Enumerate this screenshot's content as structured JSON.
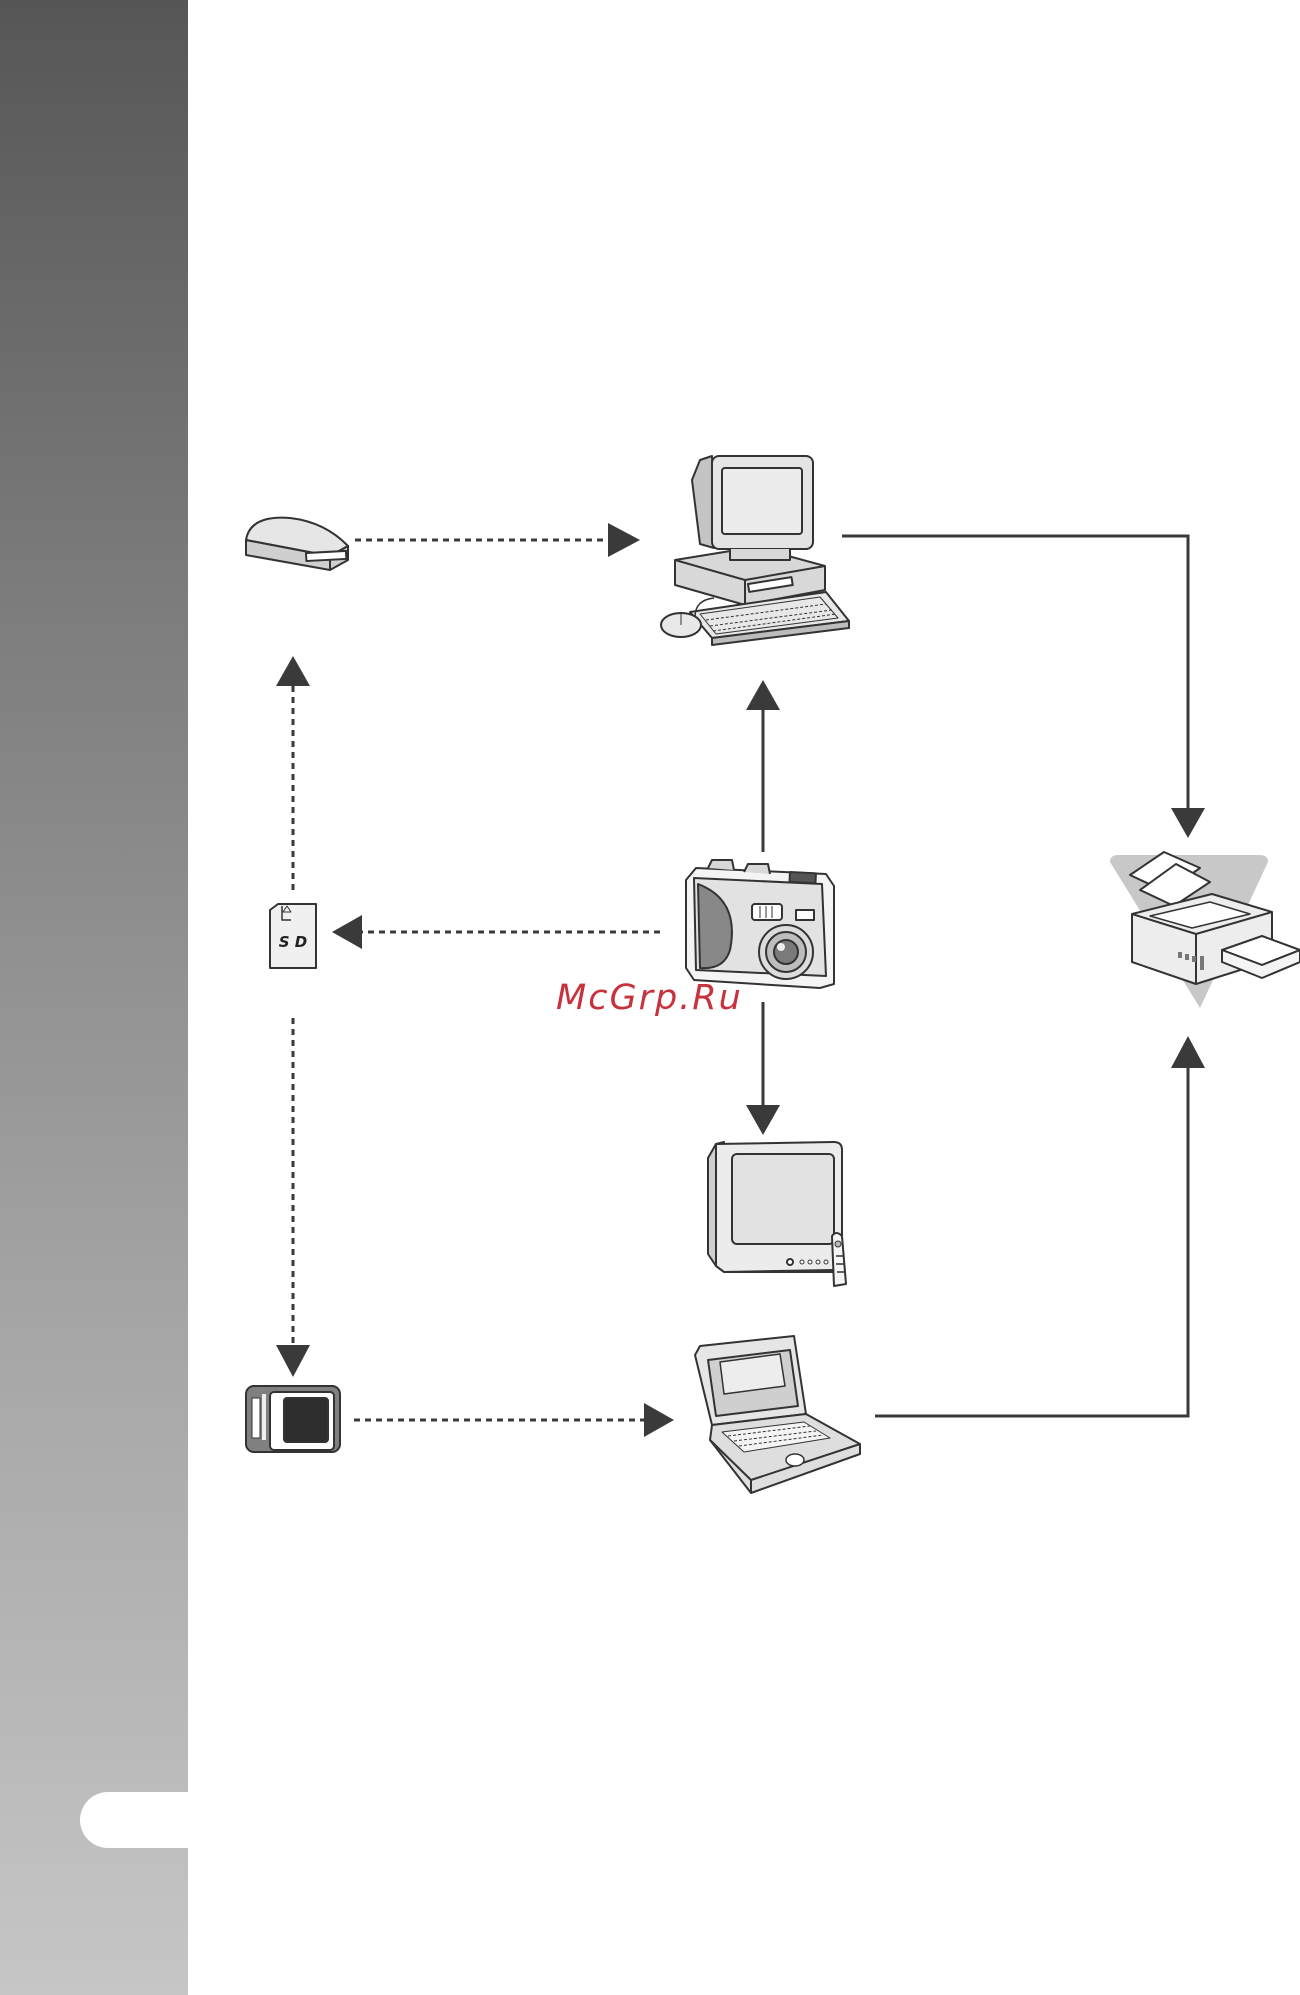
{
  "watermark": {
    "text": "McGrp.Ru"
  },
  "colors": {
    "sidebar_top": "#565656",
    "sidebar_bottom": "#c6c6c6",
    "watermark": "#c8323c",
    "arrow": "#3a3a3a"
  },
  "nodes": [
    {
      "id": "card-reader",
      "icon": "card-reader-icon"
    },
    {
      "id": "computer",
      "icon": "desktop-computer-icon"
    },
    {
      "id": "sd-card",
      "icon": "sd-card-icon"
    },
    {
      "id": "camera",
      "icon": "digital-camera-icon"
    },
    {
      "id": "printer",
      "icon": "printer-icon"
    },
    {
      "id": "tv",
      "icon": "television-icon"
    },
    {
      "id": "pc-card-adapter",
      "icon": "pc-card-adapter-icon"
    },
    {
      "id": "laptop",
      "icon": "laptop-icon"
    }
  ],
  "edges": [
    {
      "from": "card-reader",
      "to": "computer",
      "style": "dashed"
    },
    {
      "from": "computer",
      "to": "printer",
      "style": "solid"
    },
    {
      "from": "camera",
      "to": "computer",
      "style": "solid"
    },
    {
      "from": "camera",
      "to": "sd-card",
      "style": "dashed"
    },
    {
      "from": "sd-card",
      "to": "card-reader",
      "style": "dashed"
    },
    {
      "from": "sd-card",
      "to": "pc-card-adapter",
      "style": "dashed"
    },
    {
      "from": "camera",
      "to": "tv",
      "style": "solid"
    },
    {
      "from": "pc-card-adapter",
      "to": "laptop",
      "style": "dashed"
    },
    {
      "from": "laptop",
      "to": "printer",
      "style": "solid"
    }
  ]
}
